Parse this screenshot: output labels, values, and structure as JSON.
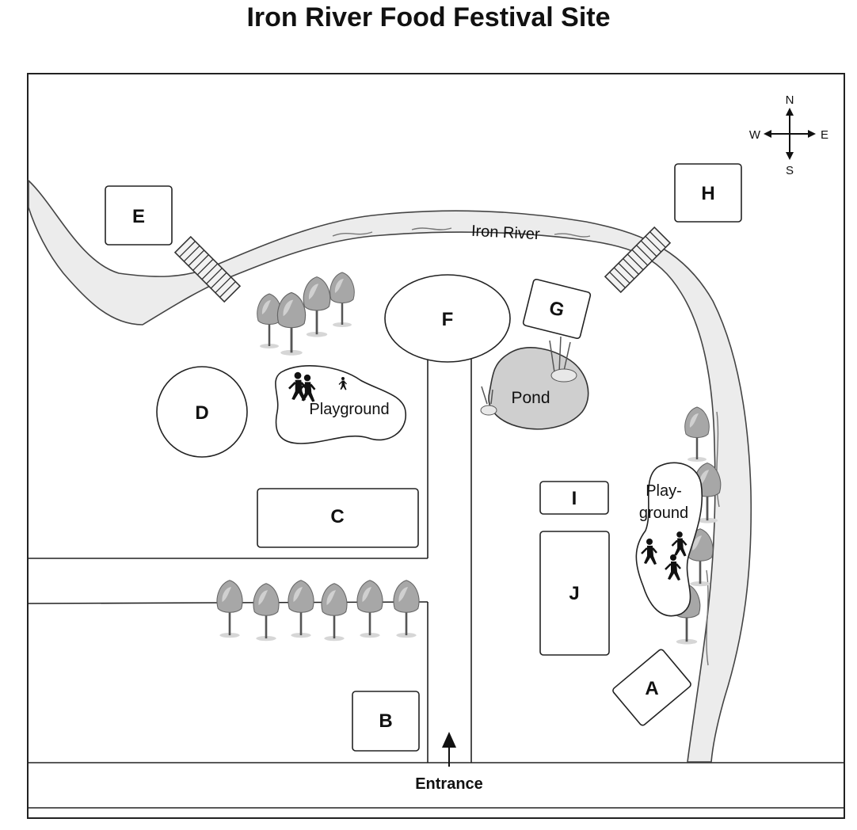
{
  "title": "Iron River Food Festival Site",
  "compass": {
    "n": "N",
    "s": "S",
    "e": "E",
    "w": "W"
  },
  "river_label": "Iron River",
  "pond_label": "Pond",
  "playground_west_label": "Playground",
  "playground_east_label_1": "Play-",
  "playground_east_label_2": "ground",
  "entrance_label": "Entrance",
  "sites": {
    "A": "A",
    "B": "B",
    "C": "C",
    "D": "D",
    "E": "E",
    "F": "F",
    "G": "G",
    "H": "H",
    "I": "I",
    "J": "J"
  },
  "icons": [
    "compass-rose-icon",
    "bridge-icon",
    "tree-icon",
    "children-icon",
    "entrance-arrow-icon"
  ]
}
